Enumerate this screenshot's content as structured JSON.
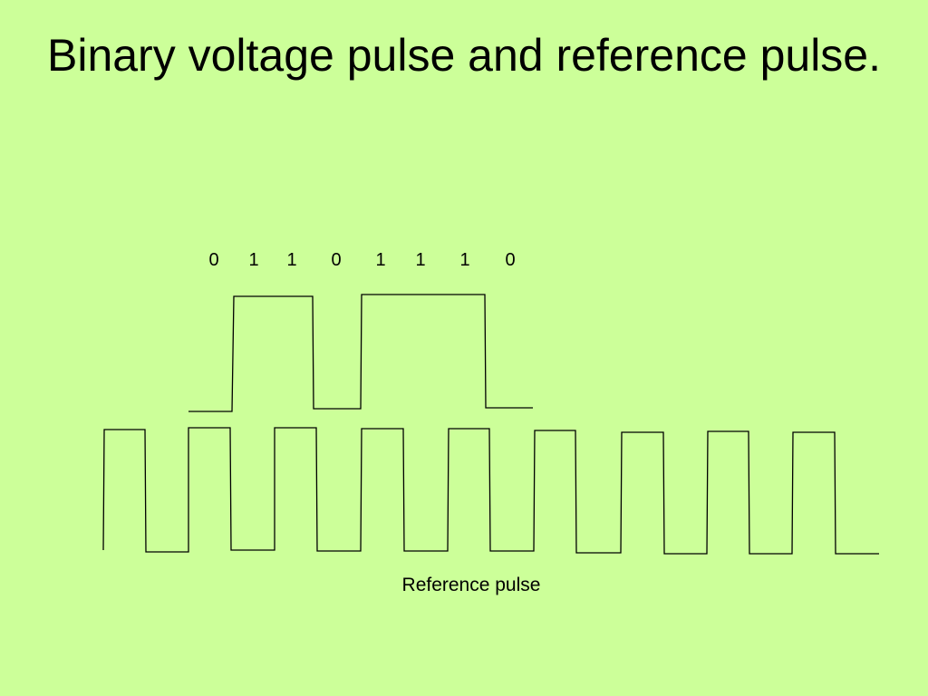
{
  "slide": {
    "title": "Binary voltage pulse and reference pulse.",
    "caption": "Reference pulse",
    "background": "#ccff99",
    "line_color": "#000000"
  },
  "binary_pulse": {
    "bits": [
      "0",
      "1",
      "1",
      "0",
      "1",
      "1",
      "1",
      "0"
    ]
  },
  "reference_pulse": {
    "cycles": 9
  }
}
